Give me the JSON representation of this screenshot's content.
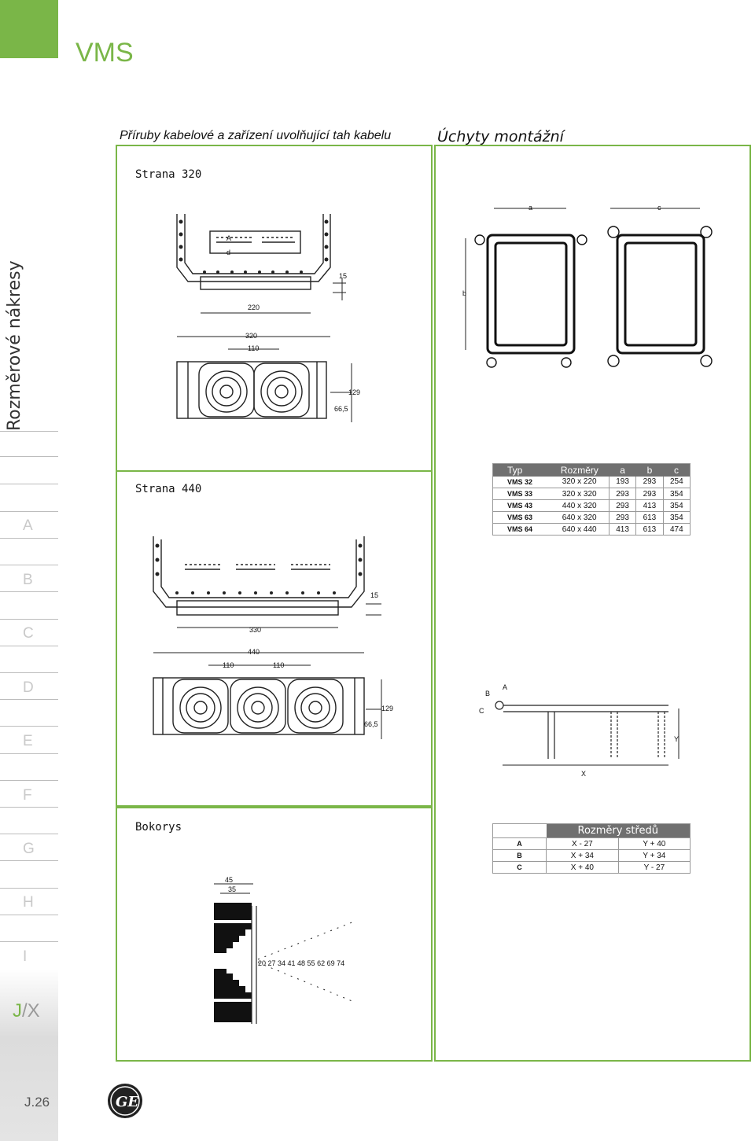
{
  "page_title": "VMS",
  "sidebar": {
    "vertical_title": "Rozměrové nákresy",
    "letters": [
      "A",
      "B",
      "C",
      "D",
      "E",
      "F",
      "G",
      "H",
      "I"
    ],
    "active_letter_main": "J",
    "active_letter_slash": "/X",
    "page_number": "J.26"
  },
  "headings": {
    "left": "Příruby kabelové a zařízení uvolňující tah kabelu",
    "right": "Úchyty montážní"
  },
  "panels": {
    "strana320": "Strana 320",
    "strana440": "Strana 440",
    "bokorys": "Bokorys"
  },
  "drawing_labels": {
    "s320": {
      "A": "A",
      "d": "d",
      "dim15": "15",
      "dim220": "220",
      "dim320": "320",
      "dim110": "110",
      "dim129": "129",
      "dim665": "66,5"
    },
    "s440": {
      "dim15": "15",
      "dim330": "330",
      "dim440": "440",
      "dim110a": "110",
      "dim110b": "110",
      "dim129": "129",
      "dim665": "66,5"
    },
    "bokorys": {
      "dim45": "45",
      "dim35": "35",
      "scale": "20  27  34  41  48  55  62  69  74"
    },
    "mount": {
      "a": "a",
      "b": "b",
      "c": "c"
    },
    "abc": {
      "A": "A",
      "B": "B",
      "C": "C",
      "X": "X",
      "Y": "Y"
    }
  },
  "dimensions_table": {
    "headers": [
      "Typ",
      "Rozměry",
      "a",
      "b",
      "c"
    ],
    "rows": [
      [
        "VMS 32",
        "320 x 220",
        "193",
        "293",
        "254"
      ],
      [
        "VMS 33",
        "320 x 320",
        "293",
        "293",
        "354"
      ],
      [
        "VMS 43",
        "440 x 320",
        "293",
        "413",
        "354"
      ],
      [
        "VMS 63",
        "640 x 320",
        "293",
        "613",
        "354"
      ],
      [
        "VMS 64",
        "640 x 440",
        "413",
        "613",
        "474"
      ]
    ]
  },
  "centers_table": {
    "header": "Rozměry středů",
    "rows": [
      [
        "A",
        "X - 27",
        "Y + 40"
      ],
      [
        "B",
        "X + 34",
        "Y + 34"
      ],
      [
        "C",
        "X + 40",
        "Y - 27"
      ]
    ]
  },
  "logo": "GE",
  "colors": {
    "accent": "#7ab648",
    "table_header": "#707070"
  }
}
